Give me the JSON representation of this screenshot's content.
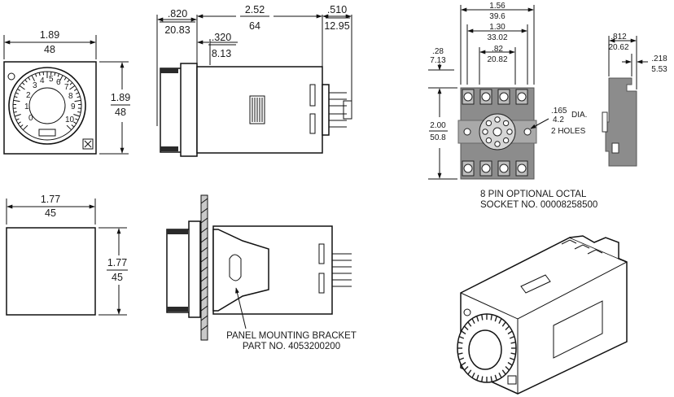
{
  "front_view": {
    "width_in": "1.89",
    "width_mm": "48",
    "height_in": "1.89",
    "height_mm": "48",
    "dial_ticks": [
      "0",
      "1",
      "2",
      "3",
      "4",
      "5",
      "6",
      "7",
      "8",
      "9",
      "10"
    ]
  },
  "side_view": {
    "bezel_in": ".820",
    "bezel_mm": "20.83",
    "body_in": "2.52",
    "body_mm": "64",
    "pins_in": ".510",
    "pins_mm": "12.95",
    "flange_in": ".320",
    "flange_mm": "8.13"
  },
  "cutout_view": {
    "width_in": "1.77",
    "width_mm": "45",
    "height_in": "1.77",
    "height_mm": "45"
  },
  "panel_view": {
    "caption_line1": "PANEL MOUNTING BRACKET",
    "caption_line2": "PART NO. 4053200200"
  },
  "socket_view": {
    "overall_in": "1.56",
    "overall_mm": "39.6",
    "holes_in": "1.30",
    "holes_mm": "33.02",
    "inner_in": ".82",
    "inner_mm": "20.82",
    "offset_in": ".28",
    "offset_mm": "7.13",
    "height_in": "2.00",
    "height_mm": "50.8",
    "hole_dia_in": ".165",
    "hole_dia_mm": "4.2",
    "hole_dia_label": "DIA.",
    "hole_count": "2 HOLES",
    "caption_line1": "8 PIN OPTIONAL OCTAL",
    "caption_line2": "SOCKET NO. 00008258500"
  },
  "socket_side_view": {
    "depth_in": ".812",
    "depth_mm": "20.62",
    "step_in": ".218",
    "step_mm": "5.53"
  },
  "colors": {
    "line": "#111111",
    "socket_gray": "#8c8c8c",
    "background": "#ffffff"
  }
}
